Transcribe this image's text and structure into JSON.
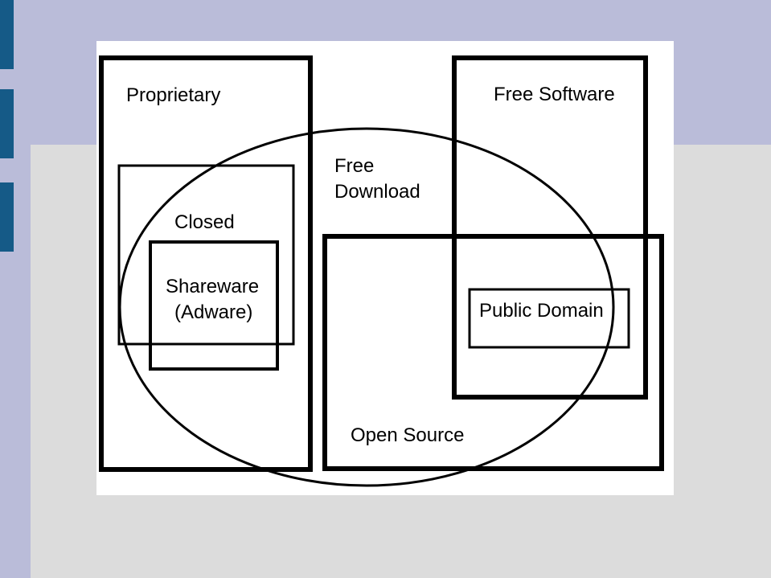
{
  "diagram": {
    "labels": {
      "proprietary": "Proprietary",
      "free_software": "Free Software",
      "free_download_line1": "Free",
      "free_download_line2": "Download",
      "closed": "Closed",
      "shareware_line1": "Shareware",
      "shareware_line2": "(Adware)",
      "public_domain": "Public Domain",
      "open_source": "Open Source"
    }
  }
}
